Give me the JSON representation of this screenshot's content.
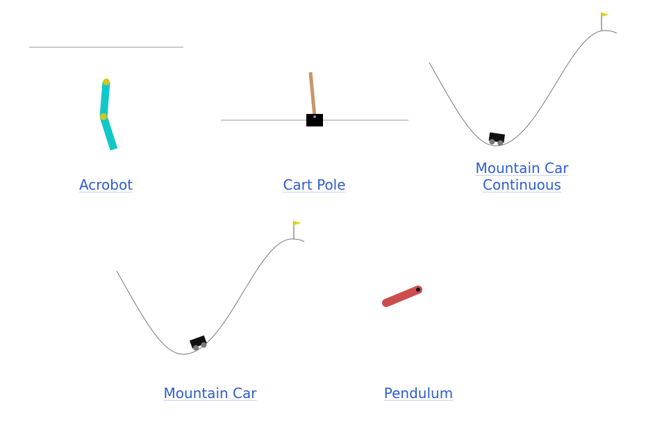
{
  "environments": [
    {
      "id": "acrobot",
      "label": "Acrobot"
    },
    {
      "id": "cart-pole",
      "label": "Cart Pole"
    },
    {
      "id": "mountain-car-continuous",
      "label_line1": "Mountain Car",
      "label_line2": "Continuous"
    },
    {
      "id": "mountain-car",
      "label": "Mountain Car"
    },
    {
      "id": "pendulum",
      "label": "Pendulum"
    }
  ],
  "colors": {
    "link": "#2d5ccf",
    "acrobot_link": "#10c8c8",
    "acrobot_joint": "#d2c61a",
    "cart": "#000000",
    "pole": "#c99666",
    "track": "#9a9a9a",
    "flag": "#e0d21a",
    "pendulum_rod": "#cc4d4d"
  }
}
